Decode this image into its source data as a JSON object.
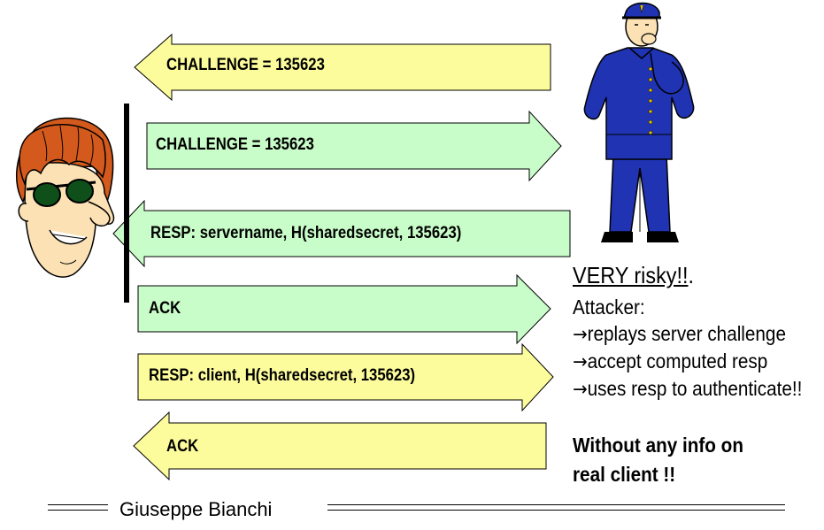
{
  "arrows": [
    {
      "label": "CHALLENGE = 135623",
      "direction": "left",
      "fill": "#fcfc9c"
    },
    {
      "label": "CHALLENGE = 135623",
      "direction": "right",
      "fill": "#c8fcc8"
    },
    {
      "label": "RESP: servername, H(sharedsecret, 135623)",
      "direction": "left",
      "fill": "#c8fcc8"
    },
    {
      "label": "ACK",
      "direction": "right",
      "fill": "#c8fcc8"
    },
    {
      "label": "RESP: client, H(sharedsecret, 135623)",
      "direction": "right",
      "fill": "#fcfc9c"
    },
    {
      "label": "ACK",
      "direction": "left",
      "fill": "#fcfc9c"
    }
  ],
  "notes": {
    "risk_title": "VERY risky!!",
    "risk_title_suffix": ".",
    "attacker_label": "Attacker:",
    "bullet_marker": "→",
    "bullets": [
      "replays server challenge",
      "accept computed resp",
      "uses resp to authenticate!!"
    ],
    "conclusion": [
      "Without any info on",
      "real client !!"
    ]
  },
  "footer": {
    "author": "Giuseppe Bianchi"
  },
  "figures": {
    "client": "cartoon-man-with-sunglasses",
    "attacker": "police-officer"
  },
  "colors": {
    "yellow_arrow": "#fcfc9c",
    "green_arrow": "#c8fcc8",
    "uniform": "#1f33b3"
  }
}
